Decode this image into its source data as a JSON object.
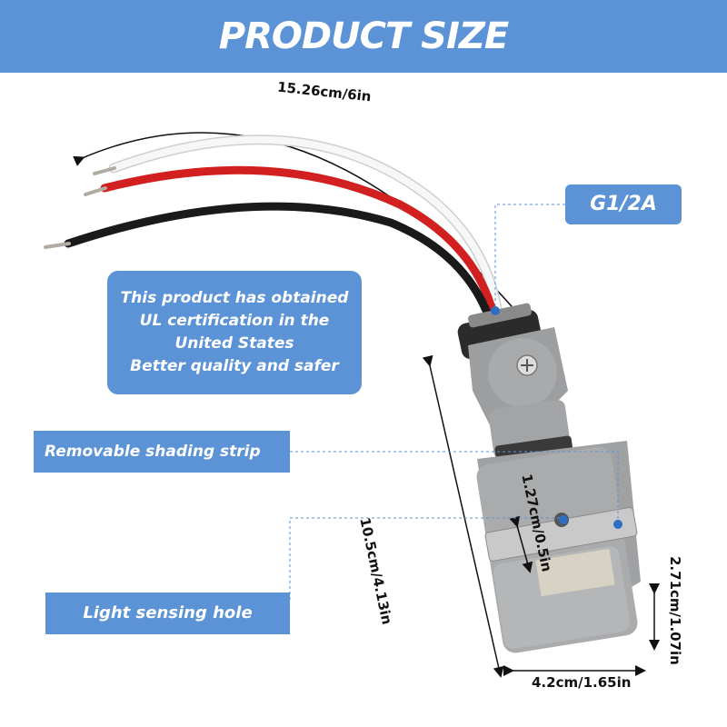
{
  "banner": {
    "title": "PRODUCT SIZE"
  },
  "labels": {
    "thread": "G1/2A",
    "ul_lines": [
      "This product has obtained",
      "UL certification in the",
      "United States",
      "Better quality and safer"
    ],
    "shading_strip": "Removable shading strip",
    "sensing_hole": "Light sensing hole"
  },
  "dimensions": {
    "wire_length": "15.26cm/6in",
    "body_length": "10.5cm/4.13in",
    "hole_size": "1.27cm/0.5in",
    "head_height": "2.71cm/1.07in",
    "head_width": "4.2cm/1.65in"
  },
  "colors": {
    "accent": "#5b93d6",
    "body_gray": "#a4a6a8"
  }
}
